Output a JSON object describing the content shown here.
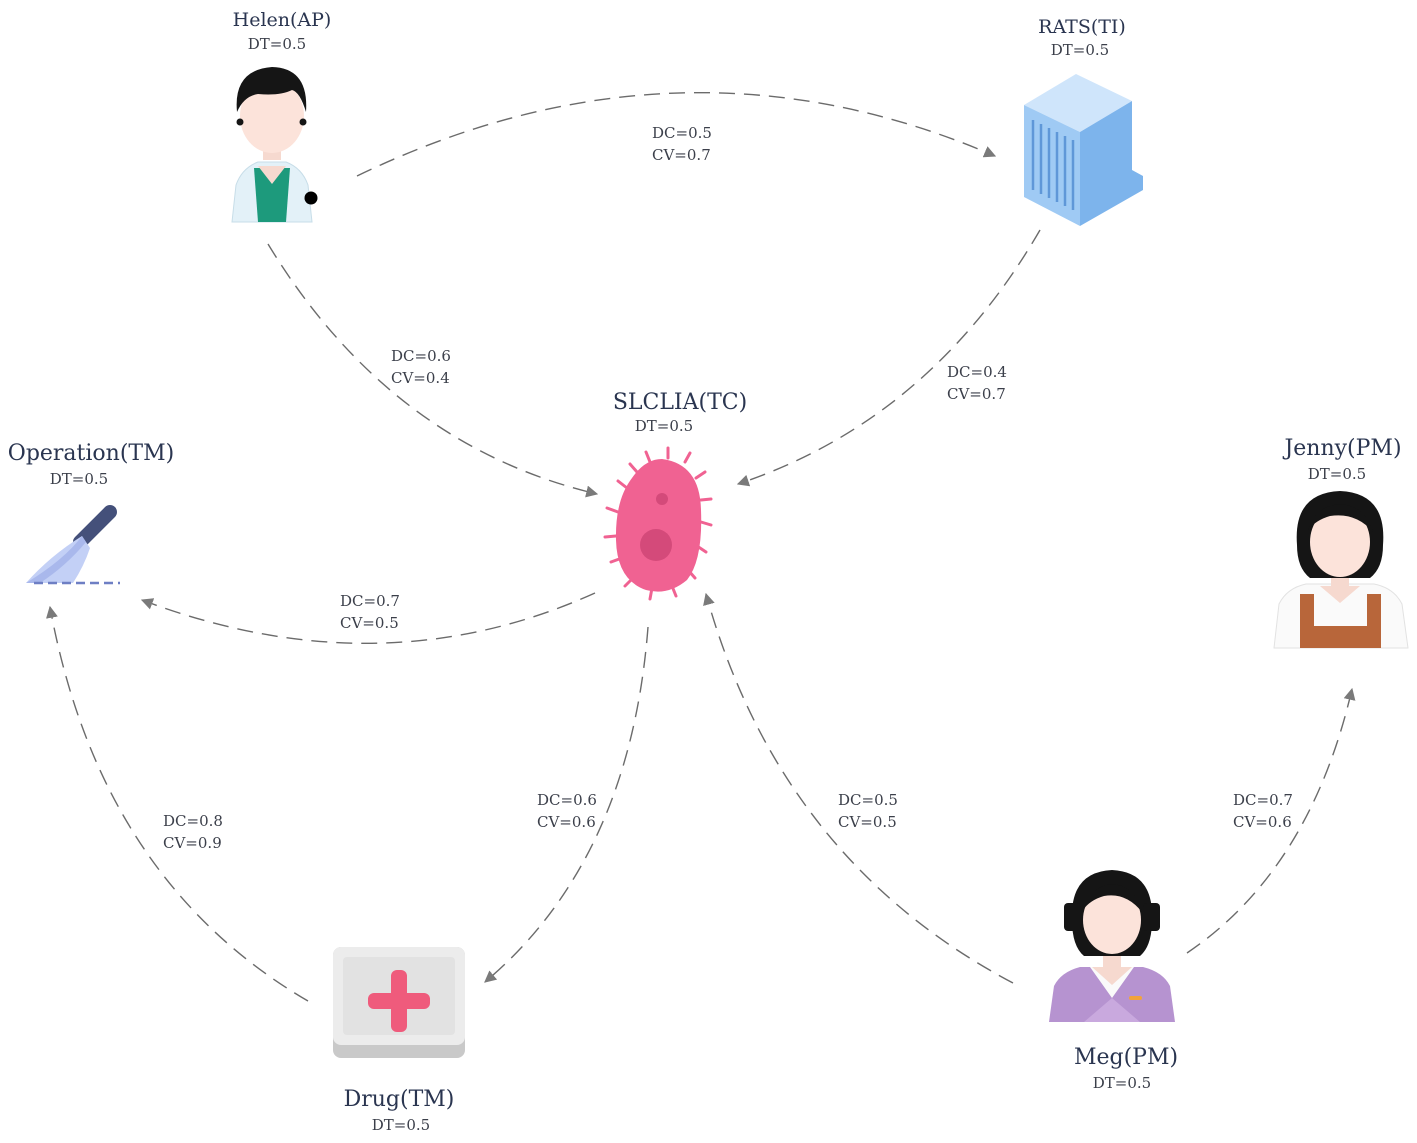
{
  "nodes": {
    "helen": {
      "name": "Helen(AP)",
      "dt": "DT=0.5",
      "icon": "doctor-icon"
    },
    "rats": {
      "name": "RATS(TI)",
      "dt": "DT=0.5",
      "icon": "building-icon"
    },
    "slclia": {
      "name": "SLCLIA(TC)",
      "dt": "DT=0.5",
      "icon": "cell-icon"
    },
    "operation": {
      "name": "Operation(TM)",
      "dt": "DT=0.5",
      "icon": "scalpel-icon"
    },
    "jenny": {
      "name": "Jenny(PM)",
      "dt": "DT=0.5",
      "icon": "woman-apron-icon"
    },
    "drug": {
      "name": "Drug(TM)",
      "dt": "DT=0.5",
      "icon": "medicine-box-icon"
    },
    "meg": {
      "name": "Meg(PM)",
      "dt": "DT=0.5",
      "icon": "woman-headset-icon"
    }
  },
  "edges": [
    {
      "id": "helen-rats",
      "from": "helen",
      "to": "rats",
      "dc": "DC=0.5",
      "cv": "CV=0.7"
    },
    {
      "id": "helen-slclia",
      "from": "helen",
      "to": "slclia",
      "dc": "DC=0.6",
      "cv": "CV=0.4"
    },
    {
      "id": "rats-slclia",
      "from": "rats",
      "to": "slclia",
      "dc": "DC=0.4",
      "cv": "CV=0.7"
    },
    {
      "id": "slclia-operation",
      "from": "slclia",
      "to": "operation",
      "dc": "DC=0.7",
      "cv": "CV=0.5"
    },
    {
      "id": "drug-operation",
      "from": "drug",
      "to": "operation",
      "dc": "DC=0.8",
      "cv": "CV=0.9"
    },
    {
      "id": "slclia-drug",
      "from": "slclia",
      "to": "drug",
      "dc": "DC=0.6",
      "cv": "CV=0.6"
    },
    {
      "id": "meg-slclia",
      "from": "meg",
      "to": "slclia",
      "dc": "DC=0.5",
      "cv": "CV=0.5"
    },
    {
      "id": "meg-jenny",
      "from": "meg",
      "to": "jenny",
      "dc": "DC=0.7",
      "cv": "CV=0.6"
    }
  ],
  "colors": {
    "edge": "#6b6b6b",
    "cell": "#f06292",
    "cross": "#ef5b7c",
    "building": "#90c2f3",
    "scrubs": "#1d9a7c",
    "apron": "#b8663a",
    "suit": "#b693d0"
  }
}
